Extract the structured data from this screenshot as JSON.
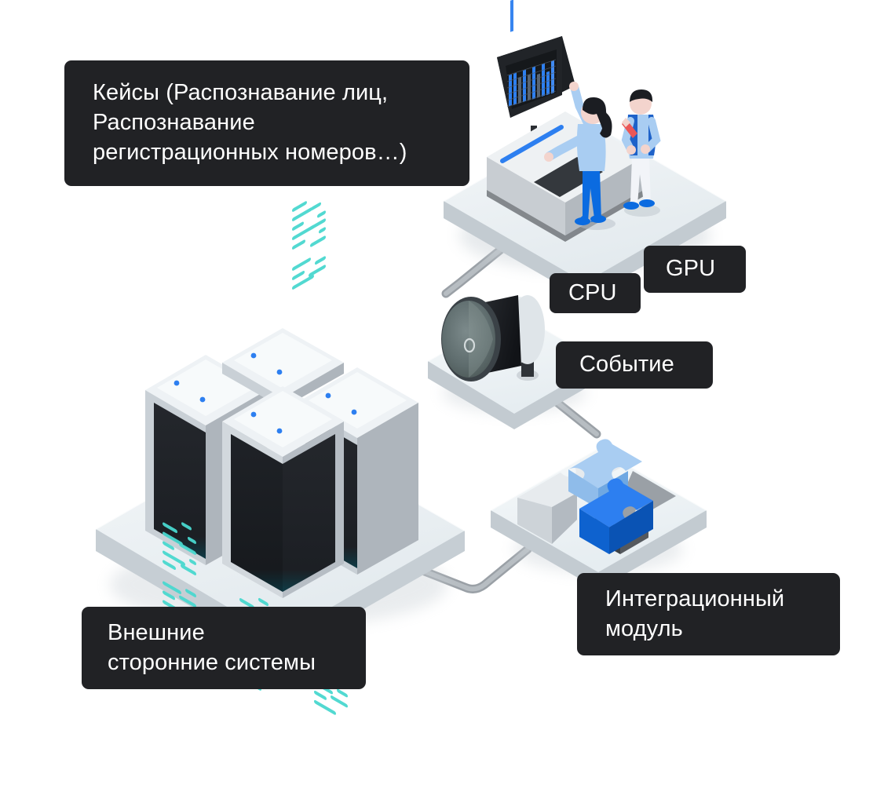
{
  "diagram": {
    "title": "Isometric AI video-analytics architecture",
    "background_color": "#ffffff",
    "chip_color": "#212225",
    "chip_text_color": "#ffffff",
    "accent_blue": "#0d6efd",
    "accent_light_blue": "#9cc9f5",
    "accent_cyan": "#4fd6d0",
    "platform_color": "#eef2f4"
  },
  "labels": {
    "cases": "Кейсы (Распознавание лиц,\nРаспознавание\nрегистрационных номеров…)",
    "cpu": "CPU",
    "gpu": "GPU",
    "event": "Событие",
    "external_systems": "Внешние\nсторонние системы",
    "integration_module": "Интеграционный\nмодуль"
  },
  "nodes": [
    {
      "id": "workstation",
      "name": "workstation-platform",
      "labels": [
        "Кейсы (Распознавание лиц, Распознавание регистрационных номеров…)",
        "CPU",
        "GPU"
      ],
      "contents": [
        "wall-monitor-bar-chart",
        "server-kiosk",
        "operator-person",
        "visitor-person"
      ]
    },
    {
      "id": "camera",
      "name": "camera-platform",
      "labels": [
        "Событие"
      ],
      "contents": [
        "security-camera"
      ]
    },
    {
      "id": "integration",
      "name": "integration-platform",
      "labels": [
        "Интеграционный модуль"
      ],
      "contents": [
        "puzzle-piece-light-blue",
        "puzzle-piece-light-gray",
        "puzzle-piece-dark-gray",
        "puzzle-piece-blue"
      ]
    },
    {
      "id": "external",
      "name": "external-systems-platform",
      "labels": [
        "Внешние сторонние системы"
      ],
      "contents": [
        "server-rack-1",
        "server-rack-2",
        "server-rack-3",
        "server-rack-4"
      ]
    }
  ],
  "connections": [
    {
      "from": "workstation",
      "to": "camera"
    },
    {
      "from": "camera",
      "to": "integration"
    },
    {
      "from": "integration",
      "to": "external"
    }
  ]
}
